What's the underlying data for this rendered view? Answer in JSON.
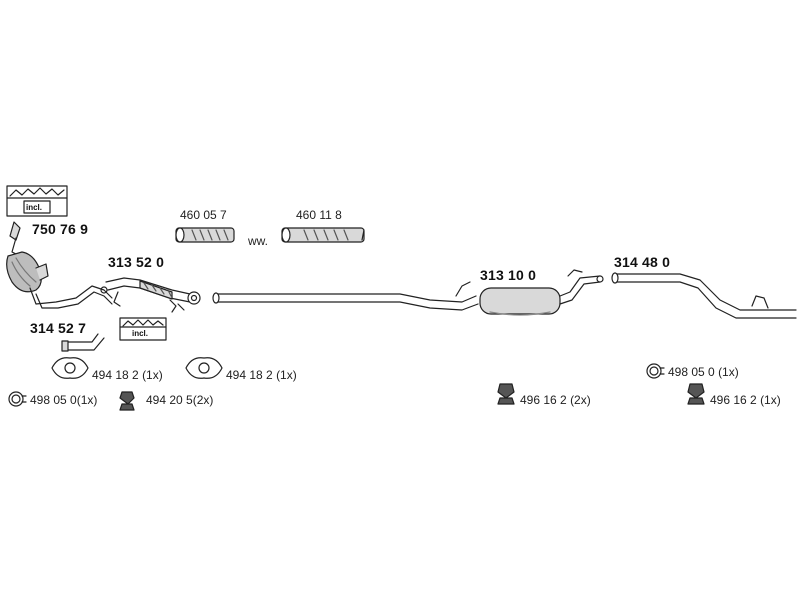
{
  "colors": {
    "line": "#222222",
    "pipe_fill": "#d9d9d9",
    "shade": "#9a9a9a",
    "background": "#ffffff"
  },
  "parts": {
    "catalyst": "750 76 9",
    "front_pipe": "313 52 0",
    "connector_pipe": "314 52 7",
    "middle_silencer": "313 10 0",
    "rear_pipe": "314 48 0",
    "flex_pipe_1": "460 05 7",
    "flex_pipe_2": "460 11 8"
  },
  "alt_marker": "ww.",
  "kit_label_1": "incl.",
  "kit_label_2": "incl.",
  "accessories": [
    {
      "code": "494 18 2",
      "qty": "(1x)"
    },
    {
      "code": "494 18 2",
      "qty": "(1x)"
    },
    {
      "code": "498 05 0",
      "qty": "(1x)"
    },
    {
      "code": "494 20 5",
      "qty": "(2x)"
    },
    {
      "code": "496 16 2",
      "qty": "(2x)"
    },
    {
      "code": "498 05 0",
      "qty": "(1x)"
    },
    {
      "code": "496 16 2",
      "qty": "(1x)"
    }
  ]
}
